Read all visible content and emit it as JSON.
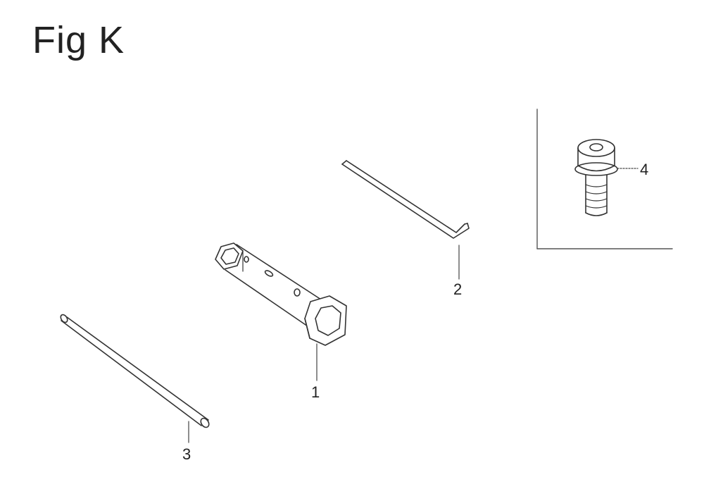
{
  "figure": {
    "title": "Fig K"
  },
  "parts": [
    {
      "number": "1",
      "part": "plug-wrench"
    },
    {
      "number": "2",
      "part": "hex-key"
    },
    {
      "number": "3",
      "part": "tommy-bar"
    },
    {
      "number": "4",
      "part": "cap-screw"
    }
  ]
}
